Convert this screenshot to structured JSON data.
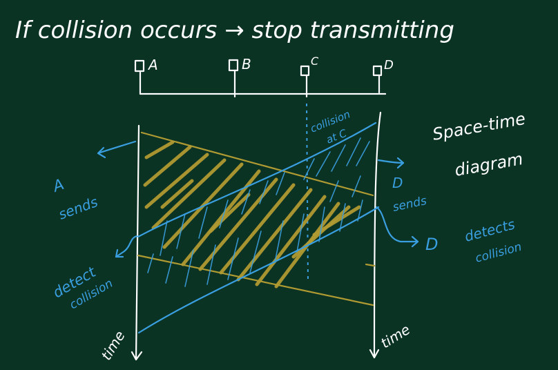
{
  "heading": "If collision occurs → stop transmitting",
  "stations": [
    "A",
    "B",
    "C",
    "D"
  ],
  "diagram_title_line1": "Space-time",
  "diagram_title_line2": "diagram",
  "collision_label_line1": "collision",
  "collision_label_line2": "at C",
  "a_sends_line1": "A",
  "a_sends_line2": "sends",
  "d_sends_line1": "D",
  "d_sends_line2": "sends",
  "d_marker": "D",
  "d_detects_line1": "detects",
  "d_detects_line2": "collision",
  "detect_line1": "detect",
  "detect_line2": "collision",
  "time_left": "time",
  "time_right": "time",
  "colors": {
    "background": "#0b3324",
    "chalk": "#ffffff",
    "a_signal": "#b09a32",
    "d_signal": "#3a9fe0"
  }
}
